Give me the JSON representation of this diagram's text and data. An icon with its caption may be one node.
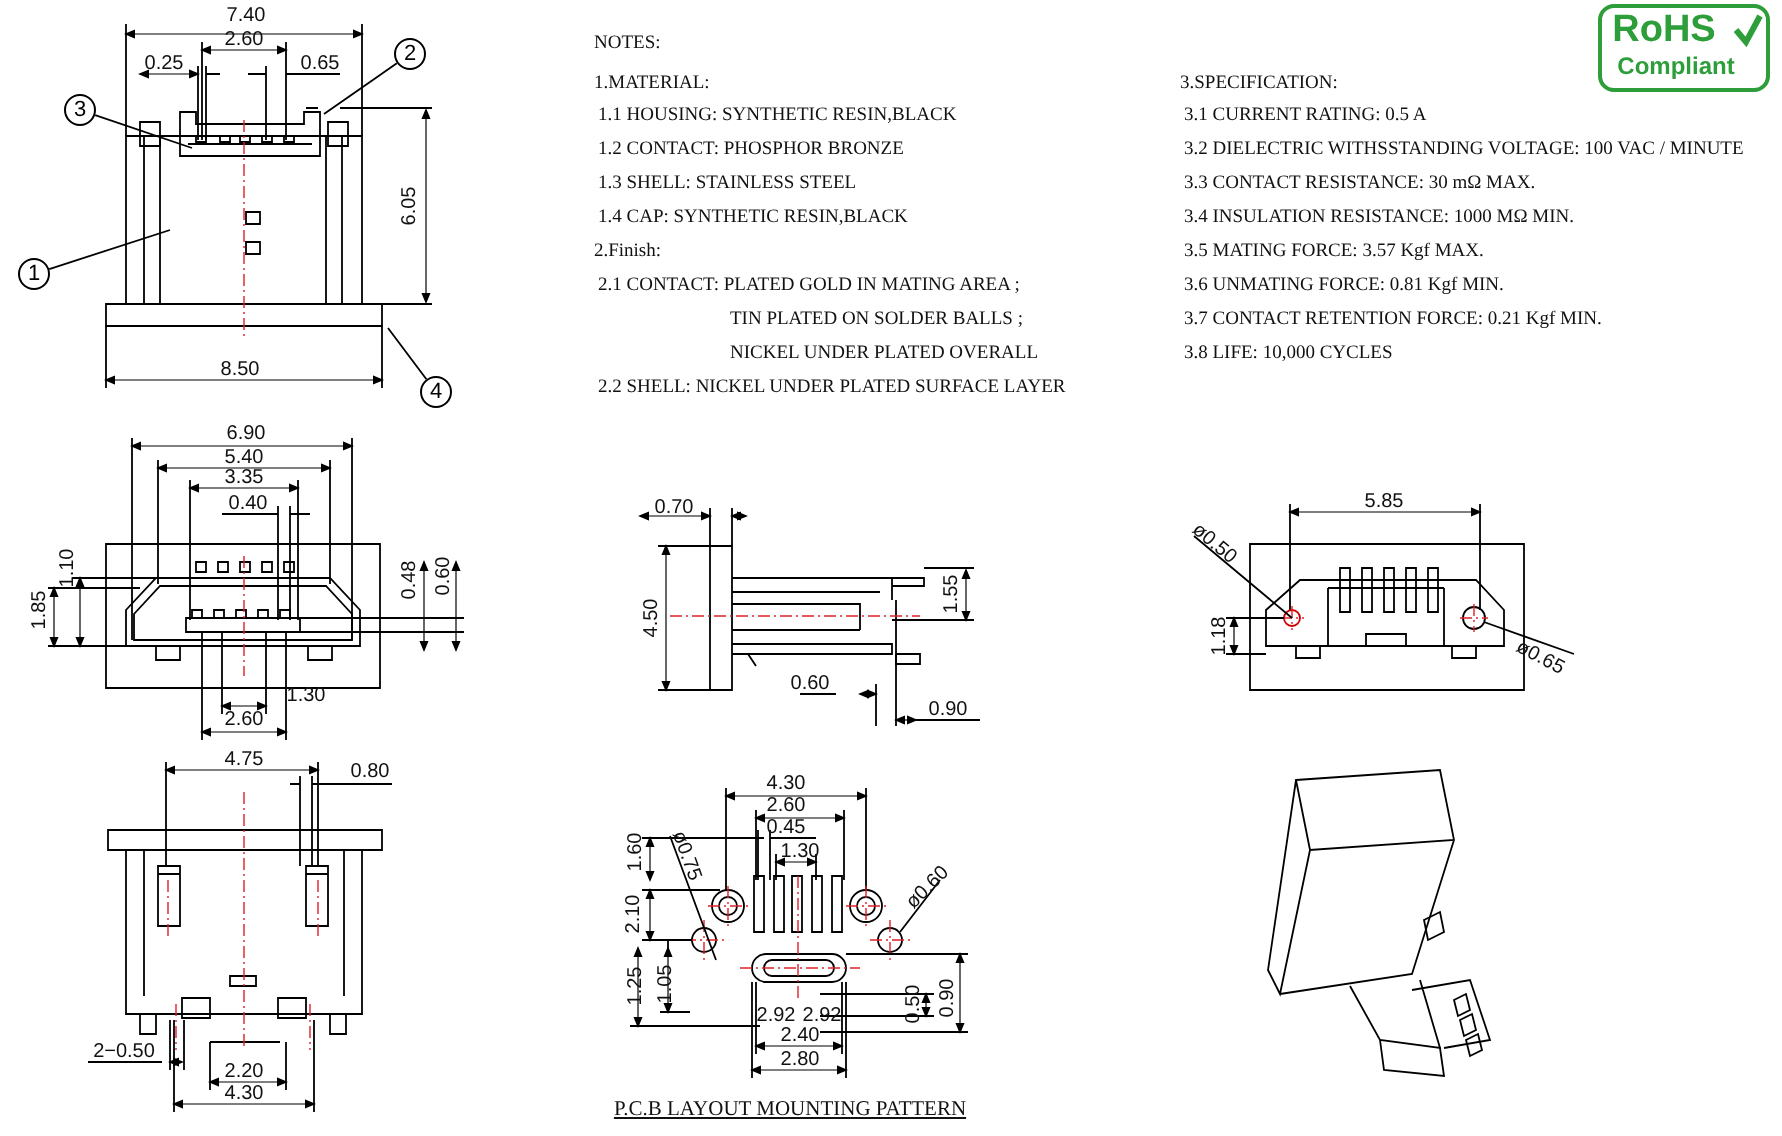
{
  "diagram": {
    "nodes": [
      {
        "text": [
          "1"
        ]
      },
      {
        "text": [
          "2"
        ]
      },
      {
        "text": [
          "3"
        ]
      },
      {
        "text": [
          "4"
        ]
      }
    ],
    "edges": [
      {
        "from": 0,
        "to": null,
        "arrow": "none"
      },
      {
        "from": 1,
        "to": null,
        "arrow": "none"
      },
      {
        "from": 2,
        "to": null,
        "arrow": "none"
      },
      {
        "from": 3,
        "to": null,
        "arrow": "none"
      }
    ],
    "labels": [
      "7.40",
      "2.60",
      "0.25",
      "0.65",
      "6.05",
      "8.50",
      "NOTES:",
      "1.MATERIAL:",
      "1.1 HOUSING: SYNTHETIC RESIN,BLACK",
      "1.2 CONTACT: PHOSPHOR BRONZE",
      "1.3 SHELL: STAINLESS STEEL",
      "1.4 CAP: SYNTHETIC RESIN,BLACK",
      "2.Finish:",
      "2.1 CONTACT: PLATED GOLD IN MATING AREA ;",
      "TIN PLATED ON SOLDER BALLS ;",
      "NICKEL UNDER PLATED OVERALL",
      "2.2 SHELL: NICKEL UNDER PLATED SURFACE LAYER",
      "3.SPECIFICATION:",
      "3.1 CURRENT RATING: 0.5 A",
      "3.2 DIELECTRIC WITHSSTANDING VOLTAGE: 100 VAC / MINUTE",
      "3.3 CONTACT RESISTANCE: 30 mΩ MAX.",
      "3.4 INSULATION RESISTANCE: 1000 MΩ MIN.",
      "3.5 MATING FORCE: 3.57 Kgf MAX.",
      "3.6 UNMATING FORCE: 0.81 Kgf MIN.",
      "3.7 CONTACT RETENTION FORCE: 0.21 Kgf MIN.",
      "3.8 LIFE: 10,000 CYCLES",
      "RoHS",
      "Compliant",
      "6.90",
      "5.40",
      "3.35",
      "0.40",
      "1.10",
      "1.85",
      "0.48",
      "0.60",
      "1.30",
      "2.60",
      "0.70",
      "4.50",
      "1.55",
      "0.60",
      "0.90",
      "5.85",
      "ø0.50",
      "1.18",
      "ø0.65",
      "4.75",
      "0.80",
      "2−0.50",
      "2.20",
      "4.30",
      "4.30",
      "2.60",
      "0.45",
      "1.30",
      "1.60",
      "ø0.75",
      "ø0.60",
      "2.10",
      "1.25",
      "1.05",
      "2.92",
      "2.92",
      "2.40",
      "2.80",
      "0.50",
      "0.90",
      "P.C.B LAYOUT MOUNTING PATTERN"
    ]
  }
}
